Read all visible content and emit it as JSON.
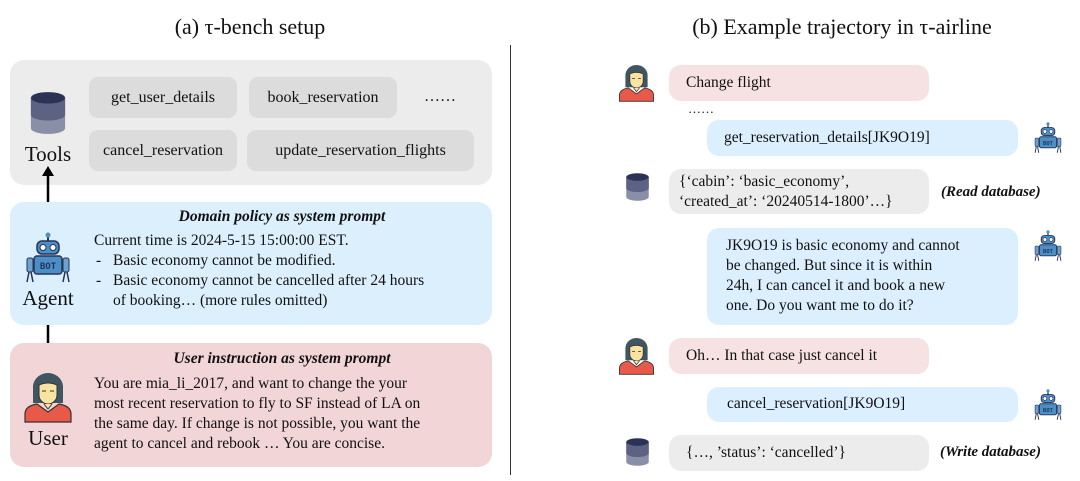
{
  "left": {
    "title": "(a) τ-bench setup",
    "tools": {
      "label": "Tools",
      "chips": [
        "get_user_details",
        "book_reservation",
        "……",
        "cancel_reservation",
        "update_reservation_flights"
      ]
    },
    "agent": {
      "label": "Agent",
      "heading": "Domain policy as system prompt",
      "lines": [
        "Current time is 2024-5-15 15:00:00 EST.",
        "Basic economy cannot be modified.",
        "Basic economy cannot be cancelled after 24 hours",
        "of booking… (more rules omitted)"
      ],
      "bullet": "-"
    },
    "user": {
      "label": "User",
      "heading": "User instruction as system prompt",
      "lines": [
        "You are mia_li_2017, and want to change the your",
        "most recent reservation to fly to SF instead of LA on",
        "the same day. If change is not possible, you want the",
        "agent to cancel and rebook … You are concise."
      ]
    }
  },
  "right": {
    "title": "(b) Example trajectory in τ-airline",
    "messages": [
      {
        "role": "user",
        "text": "Change flight"
      },
      {
        "role": "ellipsis",
        "text": "……"
      },
      {
        "role": "agent",
        "text": "get_reservation_details[JK9O19]"
      },
      {
        "role": "database",
        "lines": [
          "{‘cabin’: ‘basic_economy’,",
          "‘created_at’: ‘20240514-1800’…}"
        ],
        "note": "(Read database)"
      },
      {
        "role": "agent",
        "lines": [
          "JK9O19 is basic economy and cannot",
          "be changed. But since it is within",
          "24h, I can cancel it and book a new",
          "one. Do you want me to do it?"
        ]
      },
      {
        "role": "user",
        "text": "Oh… In that case just cancel it"
      },
      {
        "role": "agent",
        "text": "cancel_reservation[JK9O19]"
      },
      {
        "role": "database",
        "text": "{…, ’status’: ‘cancelled’}",
        "note": "(Write database)"
      }
    ]
  },
  "colors": {
    "tools_panel": "#ececec",
    "agent_panel": "#dbeffc",
    "user_panel": "#f2d5d7",
    "robot": "#4a90c8",
    "user_shirt": "#e8594a",
    "database": "#2a3255"
  }
}
